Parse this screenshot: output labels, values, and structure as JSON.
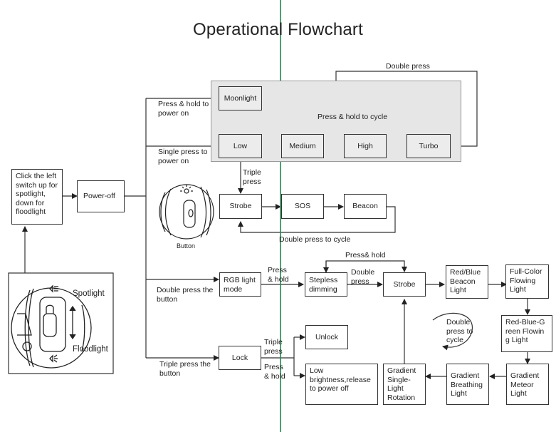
{
  "title": "Operational Flowchart",
  "nodes": {
    "switch_instruction": "Click the left switch up for spotlight, down for floodlight",
    "power_off": "Power-off",
    "moonlight": "Moonlight",
    "low": "Low",
    "medium": "Medium",
    "high": "High",
    "turbo": "Turbo",
    "strobe": "Strobe",
    "sos": "SOS",
    "beacon": "Beacon",
    "rgb_mode": "RGB light mode",
    "stepless_dimming": "Stepless dimming",
    "rgb_strobe": "Strobe",
    "red_blue_beacon": "Red/Blue Beacon Light",
    "full_color_flowing": "Full-Color Flowing Light",
    "rgb_flowing": "Red-Blue-G reen Flowing Light",
    "gradient_meteor": "Gradient Meteor Light",
    "gradient_breathing": "Gradient Breathing Light",
    "gradient_rotation": "Gradient Single-Light Rotation",
    "lock": "Lock",
    "unlock": "Unlock",
    "low_brightness": "Low brightness,release to power off"
  },
  "edge_labels": {
    "press_hold_power_on": "Press & hold to power on",
    "single_press_power_on": "Single press to power on",
    "double_press_top": "Double press",
    "press_hold_cycle": "Press & hold to cycle",
    "triple_press_strobe": "Triple press",
    "double_press_cycle_strobe": "Double press to cycle",
    "double_press_button": "Double press the button",
    "press_hold_rgb": "Press & hold",
    "press_hold_loop": "Press& hold",
    "double_press_rgb": "Double press",
    "double_press_cycle_rgb": "Double press to cycle",
    "triple_press_button": "Triple press the button",
    "triple_press_unlock": "Triple press",
    "press_hold_lock": "Press & hold"
  },
  "illustrations": {
    "button_caption": "Button",
    "spotlight_label": "Spotlight",
    "floodlight_label": "Floodlight"
  },
  "colors": {
    "guide_line": "#1f8a4c",
    "group_fill": "#e6e6e6",
    "stroke": "#333333"
  }
}
